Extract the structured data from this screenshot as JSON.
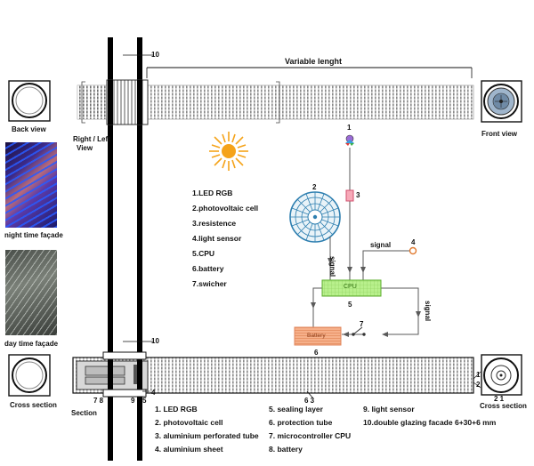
{
  "labels": {
    "variable_length": "Variable lenght",
    "back_view": "Back view",
    "right_left_view_1": "Right / Left",
    "right_left_view_2": "View",
    "front_view": "Front view",
    "night_facade": "night time façade",
    "day_facade": "day time façade",
    "cross_section_left": "Cross section",
    "cross_section_right": "Cross section",
    "section": "Section",
    "signal_a": "signal",
    "signal_b": "signal",
    "signal_c": "signal",
    "cpu_text": "CPU",
    "battery_text": "Battery"
  },
  "numbers": {
    "n10_top": "10",
    "n10_bottom": "10",
    "n1": "1",
    "n2": "2",
    "n3": "3",
    "n4": "4",
    "n5": "5",
    "n6": "6",
    "n7": "7",
    "section_left": "7 8",
    "section_mid": "9",
    "section_5": "5",
    "section_4": "4",
    "tube_63": "6 3",
    "right_21": "2 1",
    "side_1": "1",
    "side_2": "2"
  },
  "component_list": [
    "1.LED RGB",
    "2.photovoltaic cell",
    "3.resistence",
    "4.light sensor",
    "5.CPU",
    "6.battery",
    "7.swicher"
  ],
  "legend": {
    "col1": [
      "1. LED RGB",
      "2. photovoltaic cell",
      "3. aluminium perforated tube",
      "4. aluminium sheet"
    ],
    "col2": [
      "5. sealing layer",
      "6. protection tube",
      "7. microcontroller CPU",
      "8. battery"
    ],
    "col3": [
      "9. light sensor",
      "10.double glazing facade 6+30+6 mm"
    ]
  },
  "colors": {
    "sun": "#f5a31a",
    "cpu_fill": "#b8f08c",
    "battery_fill": "#f6b08a",
    "pv_blue": "#2e7fb0",
    "sensor": "#e07a30",
    "resistor": "#e86a86",
    "wire": "#5a5a5a"
  }
}
